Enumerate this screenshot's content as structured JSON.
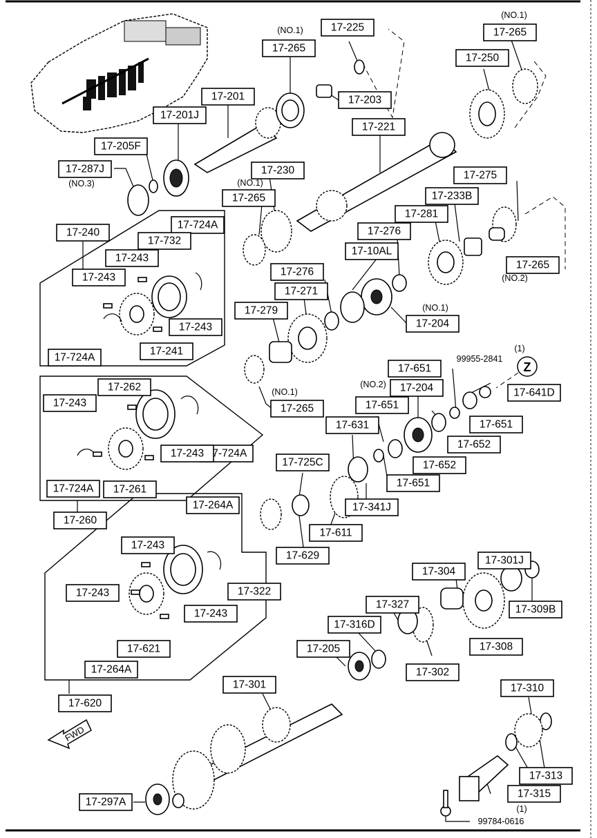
{
  "labels": {
    "l17_225": "17-225",
    "l17_265_a": "17-265",
    "l17_265_b": "17-265",
    "l17_250": "17-250",
    "l17_201": "17-201",
    "l17_203": "17-203",
    "l17_201J": "17-201J",
    "l17_221": "17-221",
    "l17_205F": "17-205F",
    "l17_287J": "17-287J",
    "l17_230": "17-230",
    "l17_275": "17-275",
    "l17_265_c": "17-265",
    "l17_233B": "17-233B",
    "l17_240": "17-240",
    "l17_724A_a": "17-724A",
    "l17_732": "17-732",
    "l17_281": "17-281",
    "l17_276_a": "17-276",
    "l17_243_a": "17-243",
    "l17_10AL": "17-10AL",
    "l17_265_d": "17-265",
    "l17_243_b": "17-243",
    "l17_276_b": "17-276",
    "l17_271": "17-271",
    "l17_279": "17-279",
    "l17_204_a": "17-204",
    "l17_243_c": "17-243",
    "l17_724A_b": "17-724A",
    "l17_241": "17-241",
    "l17_651_a": "17-651",
    "l17_262": "17-262",
    "l17_204_b": "17-204",
    "l17_641D": "17-641D",
    "l17_243_d": "17-243",
    "l17_265_e": "17-265",
    "l17_651_b": "17-651",
    "l17_651_c": "17-651",
    "l17_631": "17-631",
    "l17_724A_c": "17-724A",
    "l17_652_a": "17-652",
    "l17_243_e": "17-243",
    "l17_652_b": "17-652",
    "l17_725C": "17-725C",
    "l17_651_d": "17-651",
    "l17_724A_d": "17-724A",
    "l17_261": "17-261",
    "l17_341J": "17-341J",
    "l17_260": "17-260",
    "l17_264A_a": "17-264A",
    "l17_611": "17-611",
    "l17_301J": "17-301J",
    "l17_243_f": "17-243",
    "l17_629": "17-629",
    "l17_304": "17-304",
    "l17_243_g": "17-243",
    "l17_322": "17-322",
    "l17_309B": "17-309B",
    "l17_327": "17-327",
    "l17_243_h": "17-243",
    "l17_316D": "17-316D",
    "l17_308": "17-308",
    "l17_621": "17-621",
    "l17_205": "17-205",
    "l17_264A_b": "17-264A",
    "l17_302": "17-302",
    "l17_620": "17-620",
    "l17_301": "17-301",
    "l17_310": "17-310",
    "l17_313": "17-313",
    "l17_315": "17-315",
    "l17_297A": "17-297A"
  },
  "notes": {
    "no1_a": "(NO.1)",
    "no1_b": "(NO.1)",
    "no3": "(NO.3)",
    "no1_c": "(NO.1)",
    "no2_a": "(NO.2)",
    "no1_d": "(NO.1)",
    "q1_a": "(1)",
    "part_99955": "99955-2841",
    "no1_e": "(NO.1)",
    "no2_b": "(NO.2)",
    "q1_b": "(1)",
    "part_99784": "99784-0616"
  },
  "markers": {
    "z": "Z",
    "fwd": "FWD"
  }
}
